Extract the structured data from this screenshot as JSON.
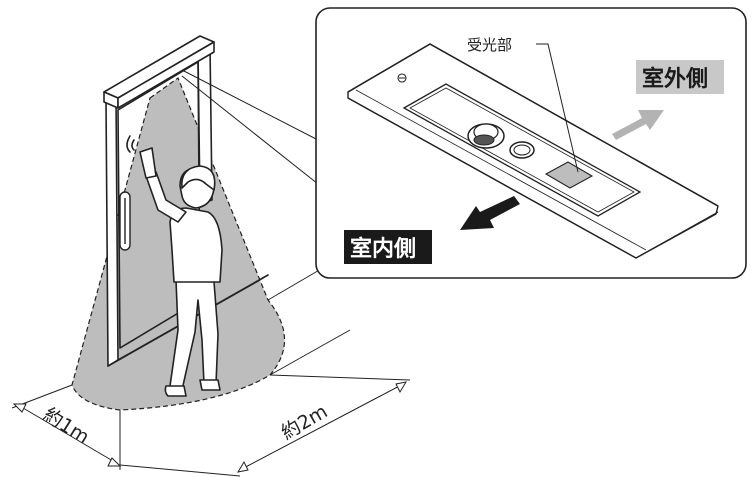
{
  "labels": {
    "receiver": "受光部",
    "outdoor_side": "室外側",
    "indoor_side": "室内側",
    "width_distance": "約1m",
    "depth_distance": "約2m"
  },
  "colors": {
    "line": "#222222",
    "detection_area": "#bdbdbd",
    "outdoor_arrow": "#b3b3b3",
    "indoor_arrow": "#1a1a1a",
    "label_dark_bg": "#1a1a1a",
    "label_light_bg": "#c8c8c8",
    "receiver_window": "#bdbdbd"
  }
}
